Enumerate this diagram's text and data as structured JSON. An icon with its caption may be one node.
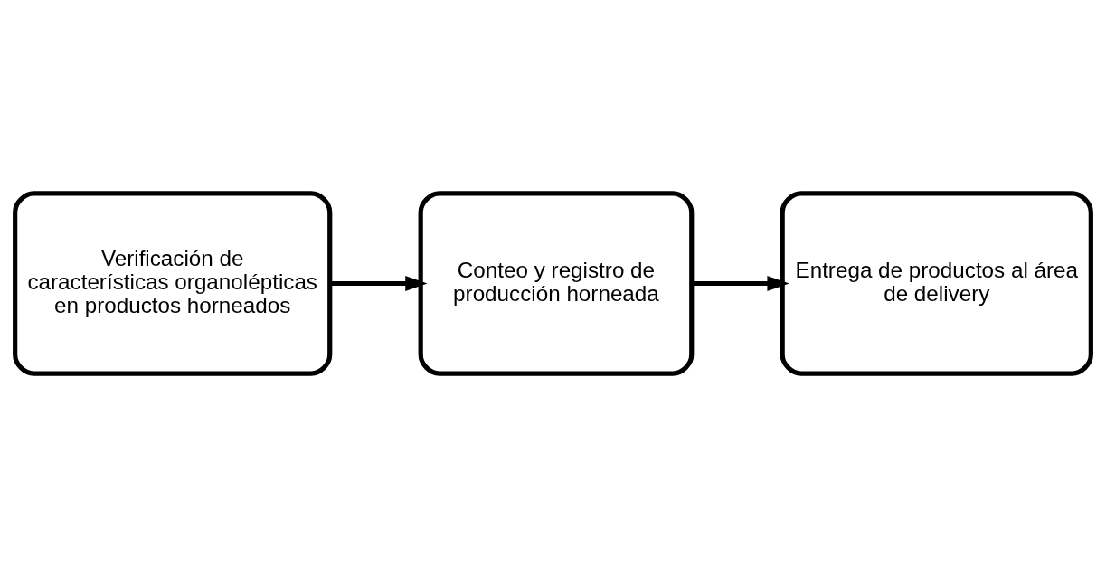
{
  "diagram": {
    "nodes": [
      {
        "text": [
          "Verificación de características organolépticas en productos horneados"
        ]
      },
      {
        "text": [
          "Conteo y registro de producción horneada"
        ]
      },
      {
        "text": [
          "Entrega de productos al área de delivery"
        ]
      }
    ],
    "edges": [
      {
        "from": 0,
        "to": 1,
        "arrow": "to"
      },
      {
        "from": 1,
        "to": 2,
        "arrow": "to"
      }
    ]
  }
}
